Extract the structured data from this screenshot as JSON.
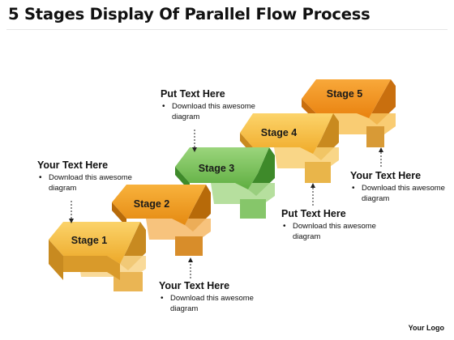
{
  "title": "5 Stages Display Of Parallel Flow Process",
  "stages": [
    "Stage 1",
    "Stage 2",
    "Stage 3",
    "Stage 4",
    "Stage 5"
  ],
  "callouts": [
    {
      "heading": "Your Text Here",
      "text": "Download this awesome diagram"
    },
    {
      "heading": "Put Text Here",
      "text": "Download this awesome diagram"
    },
    {
      "heading": "Your Text Here",
      "text": "Download this awesome diagram"
    },
    {
      "heading": "Put Text Here",
      "text": "Download this awesome diagram"
    },
    {
      "heading": "Your Text Here",
      "text": "Download this awesome diagram"
    }
  ],
  "logo": "Your Logo",
  "colors": {
    "stage_1": "#f5bc3f",
    "stage_2": "#f09a1d",
    "stage_3": "#7cc35d",
    "stage_4": "#f5bc3f",
    "stage_5": "#f08f1a"
  }
}
